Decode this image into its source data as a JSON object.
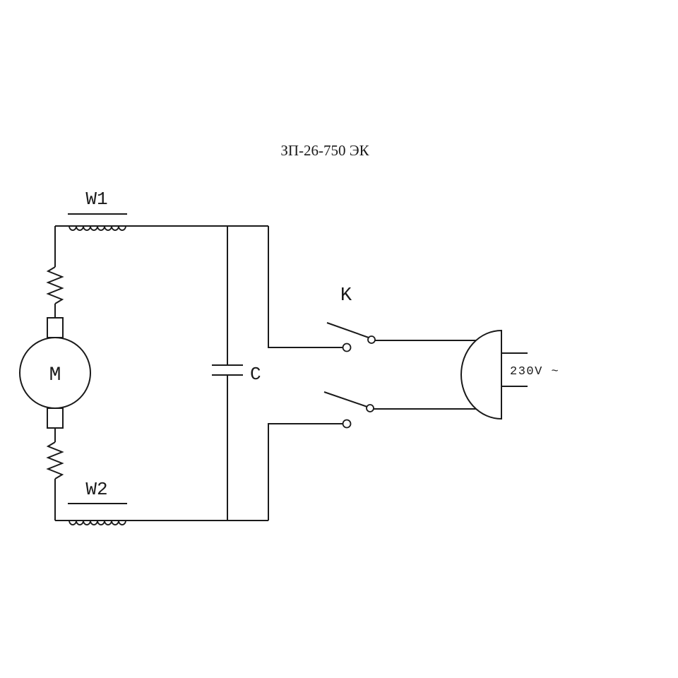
{
  "diagram": {
    "title": "ЗП-26-750 ЭК",
    "labels": {
      "winding1": "W1",
      "winding2": "W2",
      "motor": "M",
      "capacitor": "C",
      "switch": "K",
      "voltage": "230V ~"
    },
    "components": [
      {
        "id": "W1",
        "type": "inductor-winding",
        "position": "top-left"
      },
      {
        "id": "W2",
        "type": "inductor-winding",
        "position": "bottom-left"
      },
      {
        "id": "M",
        "type": "motor-with-brushes-and-resistors",
        "position": "left"
      },
      {
        "id": "C",
        "type": "capacitor",
        "position": "center"
      },
      {
        "id": "K",
        "type": "double-pole-switch-open",
        "position": "center-right"
      },
      {
        "id": "plug",
        "type": "mains-plug",
        "rating": "230V ~",
        "position": "right"
      }
    ],
    "colors": {
      "line": "#1a1a1a",
      "background": "#ffffff"
    }
  }
}
